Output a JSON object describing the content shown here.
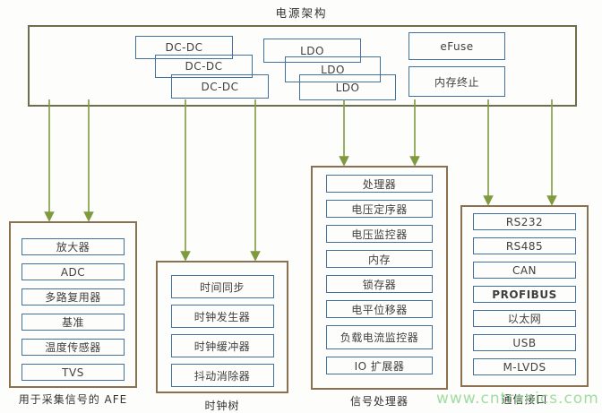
{
  "title": "电源架构",
  "watermark": "www.cntronics.com",
  "power": {
    "dcdc": [
      "DC-DC",
      "DC-DC",
      "DC-DC"
    ],
    "ldo": [
      "LDO",
      "LDO",
      "LDO"
    ],
    "right": [
      "eFuse",
      "内存终止"
    ]
  },
  "groups": [
    {
      "label": "用于采集信号的 AFE",
      "items": [
        "放大器",
        "ADC",
        "多路复用器",
        "基准",
        "温度传感器",
        "TVS"
      ]
    },
    {
      "label": "时钟树",
      "items": [
        "时间同步",
        "时钟发生器",
        "时钟缓冲器",
        "抖动消除器"
      ]
    },
    {
      "label": "信号处理器",
      "items": [
        "处理器",
        "电压定序器",
        "电压监控器",
        "内存",
        "锁存器",
        "电平位移器",
        "负载电流监控器",
        "IO 扩展器"
      ]
    },
    {
      "label": "通信接口",
      "items": [
        "RS232",
        "RS485",
        "CAN",
        "PROFIBUS",
        "以太网",
        "USB",
        "M-LVDS"
      ]
    }
  ],
  "colors": {
    "inner_border": "#41719c",
    "group_border": "#8a7152",
    "power_border": "#6e6e4e",
    "arrow": "#7f9a3f",
    "watermark": "#92d692",
    "text": "#3a3a3a"
  }
}
